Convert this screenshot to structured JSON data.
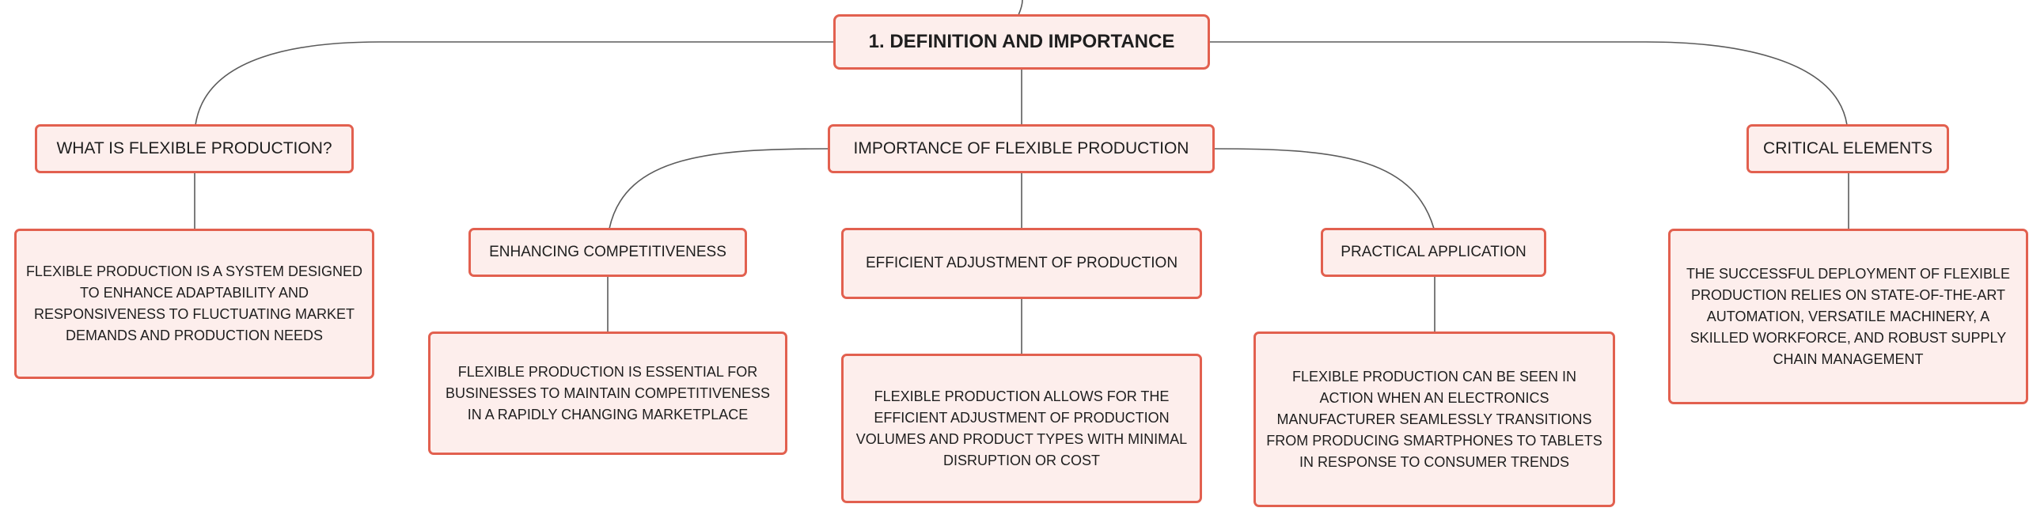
{
  "colors": {
    "node_border": "#e2604f",
    "node_fill": "#fdeeec",
    "connector": "#5b5b5b",
    "text": "#1e1e1e"
  },
  "root": {
    "label": "1. DEFINITION AND IMPORTANCE"
  },
  "topics": {
    "what_is": {
      "label": "WHAT IS FLEXIBLE PRODUCTION?",
      "detail": "FLEXIBLE PRODUCTION IS A SYSTEM DESIGNED TO ENHANCE ADAPTABILITY AND RESPONSIVENESS TO FLUCTUATING MARKET DEMANDS AND PRODUCTION NEEDS"
    },
    "importance": {
      "label": "IMPORTANCE OF FLEXIBLE PRODUCTION",
      "children": {
        "competitiveness": {
          "label": "ENHANCING COMPETITIVENESS",
          "detail": "FLEXIBLE PRODUCTION IS ESSENTIAL FOR BUSINESSES TO MAINTAIN COMPETITIVENESS IN A RAPIDLY CHANGING MARKETPLACE"
        },
        "adjustment": {
          "label": "EFFICIENT ADJUSTMENT OF PRODUCTION",
          "detail": "FLEXIBLE PRODUCTION ALLOWS FOR THE EFFICIENT ADJUSTMENT OF PRODUCTION VOLUMES AND PRODUCT TYPES WITH MINIMAL DISRUPTION OR COST"
        },
        "practical": {
          "label": "PRACTICAL APPLICATION",
          "detail": "FLEXIBLE PRODUCTION CAN BE SEEN IN ACTION WHEN AN ELECTRONICS MANUFACTURER SEAMLESSLY TRANSITIONS FROM PRODUCING SMARTPHONES TO TABLETS IN RESPONSE TO CONSUMER TRENDS"
        }
      }
    },
    "critical": {
      "label": "CRITICAL ELEMENTS",
      "detail": "THE SUCCESSFUL DEPLOYMENT OF FLEXIBLE PRODUCTION RELIES ON STATE-OF-THE-ART AUTOMATION, VERSATILE MACHINERY, A SKILLED WORKFORCE, AND ROBUST SUPPLY CHAIN MANAGEMENT"
    }
  }
}
